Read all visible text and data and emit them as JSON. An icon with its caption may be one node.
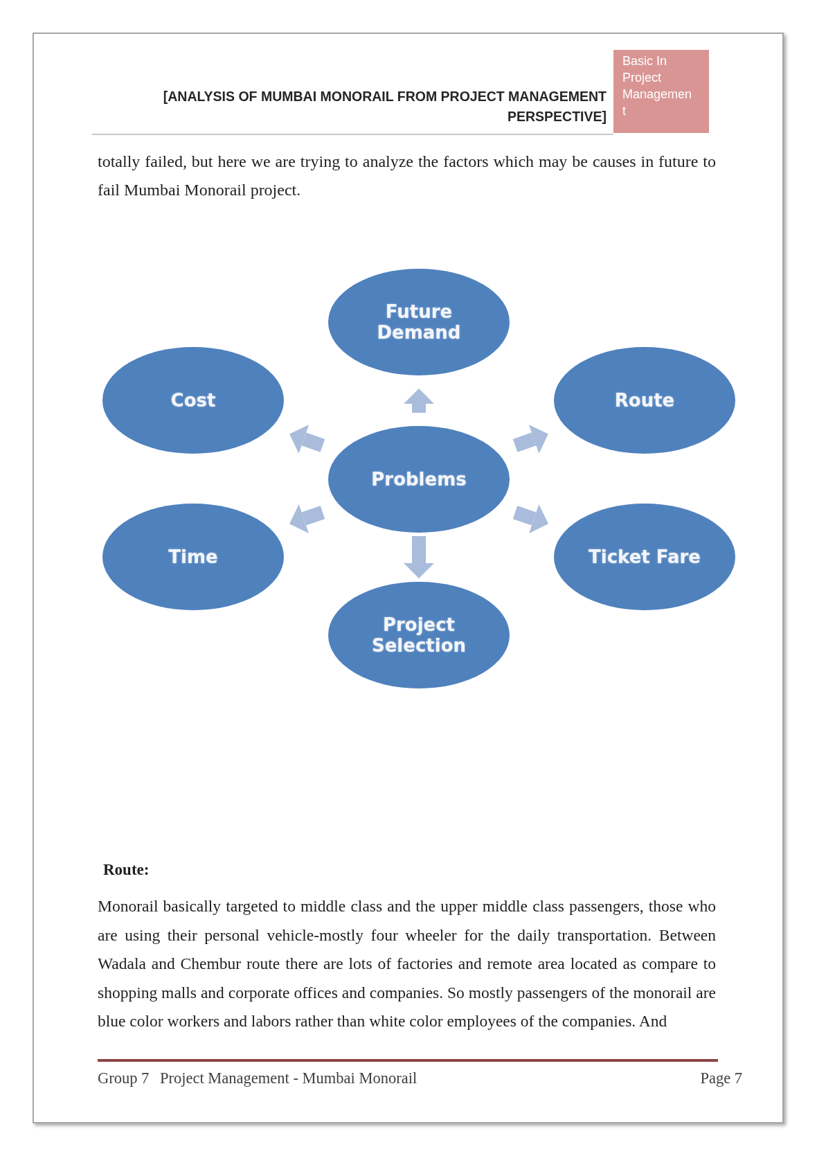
{
  "diagram": {
    "nodes": [
      {
        "text": [
          "Basic In Project Management"
        ]
      },
      {
        "text": [
          "Future Demand"
        ]
      },
      {
        "text": [
          "Cost"
        ]
      },
      {
        "text": [
          "Route"
        ]
      },
      {
        "text": [
          "Problems"
        ]
      },
      {
        "text": [
          "Time"
        ]
      },
      {
        "text": [
          "Ticket Fare"
        ]
      },
      {
        "text": [
          "Project Selection"
        ]
      }
    ],
    "edges": [
      {
        "from": 4,
        "to": 1,
        "arrow": "to"
      },
      {
        "from": 4,
        "to": 2,
        "arrow": "to"
      },
      {
        "from": 4,
        "to": 3,
        "arrow": "to"
      },
      {
        "from": 4,
        "to": 5,
        "arrow": "to"
      },
      {
        "from": 4,
        "to": 6,
        "arrow": "to"
      },
      {
        "from": 4,
        "to": 7,
        "arrow": "to"
      }
    ],
    "labels": [
      "[ANALYSIS OF MUMBAI MONORAIL FROM PROJECT MANAGEMENT PERSPECTIVE]",
      "totally failed, but here we are trying to analyze the factors which may be causes in future to fail Mumbai Monorail project.",
      "Route:",
      "Monorail basically targeted to middle class and the upper middle class passengers, those who are using their personal vehicle-mostly four wheeler for the daily transportation. Between Wadala and Chembur route there are lots of factories and remote area located as compare to shopping malls and corporate offices and companies. So mostly passengers of the monorail are blue color workers and labors rather than white color employees of the companies. And",
      "Group 7",
      "Project Management - Mumbai Monorail",
      "Page 7"
    ]
  }
}
